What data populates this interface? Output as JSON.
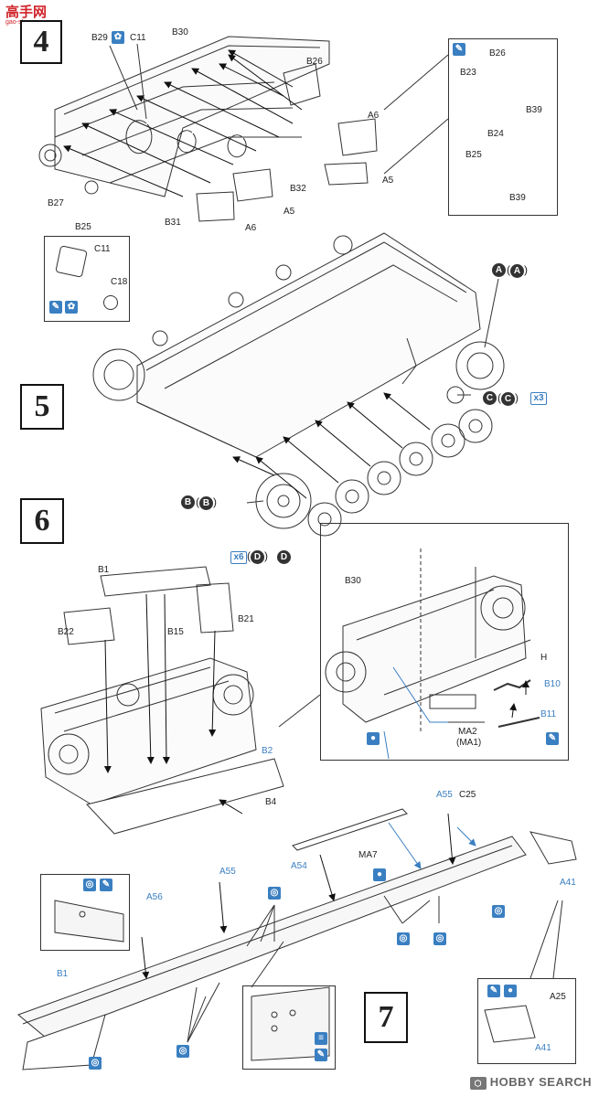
{
  "logo": {
    "text": "高手网",
    "sub": "gao-shou.com"
  },
  "footer": {
    "mark": "⬡",
    "text": "HOBBY SEARCH"
  },
  "steps": {
    "s4": "4",
    "s5": "5",
    "s6": "6",
    "s7": "7"
  },
  "step4": {
    "labels": {
      "b29": "B29",
      "c11": "C11",
      "b30": "B30",
      "b26": "B26",
      "a6a": "A6",
      "a5a": "A5",
      "b32": "B32",
      "a5b": "A5",
      "a6b": "A6",
      "b31": "B31",
      "b27": "B27",
      "b25": "B25"
    },
    "inset_right": {
      "b26": "B26",
      "b23": "B23",
      "b39a": "B39",
      "b24": "B24",
      "b25": "B25",
      "b39b": "B39"
    },
    "inset_left": {
      "c11": "C11",
      "c18": "C18"
    }
  },
  "step5": {
    "a_code": "A",
    "a_paren": "A",
    "c_code": "C",
    "c_paren": "C",
    "c_qty": "x3",
    "b_code": "B",
    "b_paren": "B",
    "d_qty": "x6",
    "d_paren": "D",
    "d_code": "D"
  },
  "step6": {
    "labels": {
      "b1": "B1",
      "b22": "B22",
      "b21": "B21",
      "b15": "B15",
      "b2": "B2",
      "b4": "B4"
    },
    "inset": {
      "b30": "B30",
      "h": "H",
      "b10": "B10",
      "b11": "B11",
      "ma2": "MA2",
      "ma1": "(MA1)"
    }
  },
  "step7": {
    "labels": {
      "a55a": "A55",
      "c25": "C25",
      "ma7": "MA7",
      "a54": "A54",
      "a55b": "A55",
      "a56": "A56",
      "a41": "A41",
      "b1": "B1"
    },
    "inset": {
      "a25": "A25",
      "a41": "A41"
    }
  },
  "colors": {
    "accent": "#3a7fc1",
    "ink": "#222222"
  }
}
